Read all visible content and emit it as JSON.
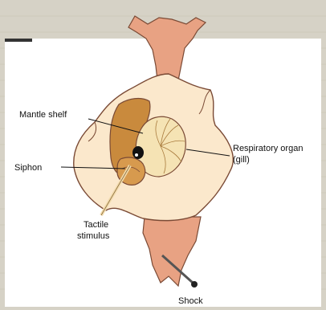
{
  "labels": {
    "mantle_shelf": "Mantle shelf",
    "siphon": "Siphon",
    "tactile_line1": "Tactile",
    "tactile_line2": "stimulus",
    "respiratory_line1": "Respiratory organ",
    "respiratory_line2": "(gill)",
    "shock": "Shock"
  },
  "colors": {
    "background_paper": "#d6d2c6",
    "body_tissue": "#e8a283",
    "mantle_area": "#fbe8cc",
    "mantle_shelf": "#c98a3d",
    "gill": "#f5e3b4",
    "siphon": "#d79a4e"
  },
  "icons": {
    "tactile_probe": "probe-icon",
    "shock_electrode": "electrode-icon"
  }
}
